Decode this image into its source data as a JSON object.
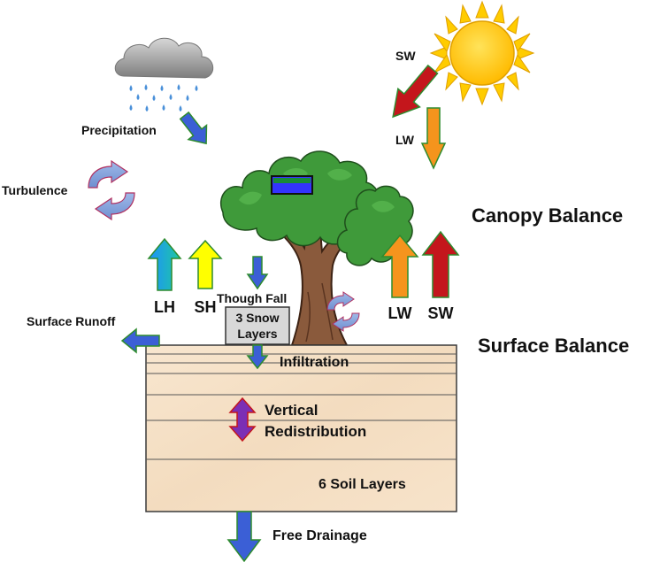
{
  "labels": {
    "precipitation": "Precipitation",
    "turbulence": "Turbulence",
    "surface_runoff": "Surface Runoff",
    "lh": "LH",
    "sh": "SH",
    "though_fall": "Though Fall",
    "snow_layers_line1": "3 Snow",
    "snow_layers_line2": "Layers",
    "lw_canopy": "LW",
    "sw_canopy": "SW",
    "sw_sun": "SW",
    "lw_sun": "LW",
    "canopy_balance": "Canopy Balance",
    "surface_balance": "Surface Balance",
    "infiltration": "Infiltration",
    "vertical_line1": "Vertical",
    "vertical_line2": "Redistribution",
    "soil_layers": "6 Soil Layers",
    "free_drainage": "Free Drainage"
  },
  "colors": {
    "blue_arrow": "#3b5fd6",
    "green_stroke": "#2e8b2e",
    "orange": "#f5941d",
    "red": "#c4161c",
    "yellow": "#ffff00",
    "purple": "#7b2fb5",
    "soil": "#f6e1c6",
    "sun": "#ffcc00",
    "leaf": "#3f9a3a",
    "trunk": "#8a5a3c",
    "cloud": "#8c8c8c",
    "rain": "#4a90d9"
  }
}
